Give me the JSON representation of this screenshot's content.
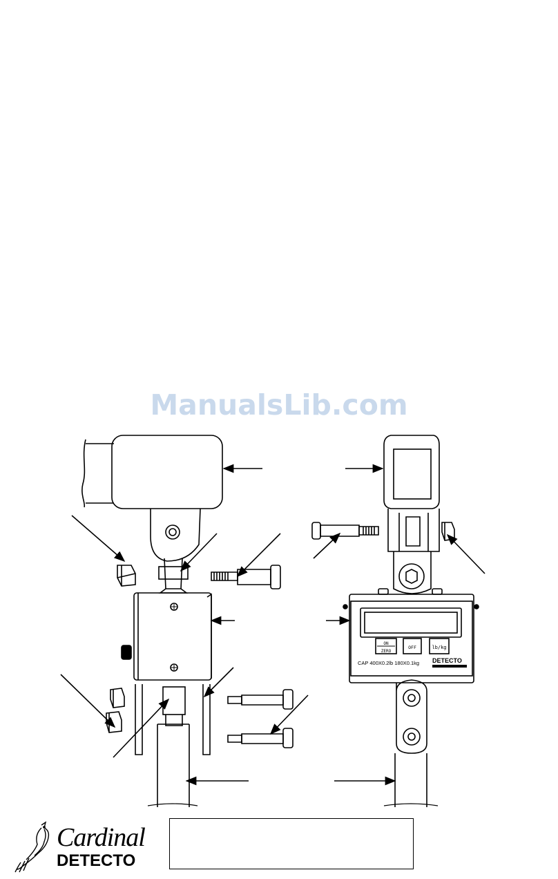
{
  "watermark": "ManualsLib.com",
  "scale_display": {
    "buttons": [
      "ON",
      "ZERO",
      "OFF",
      "lb/kg"
    ],
    "capacity": "CAP 400X0.2lb 180X0.1kg",
    "brand": "DETECTO"
  },
  "logo": {
    "brand": "Cardinal",
    "sub": "DETECTO"
  },
  "caption": ""
}
